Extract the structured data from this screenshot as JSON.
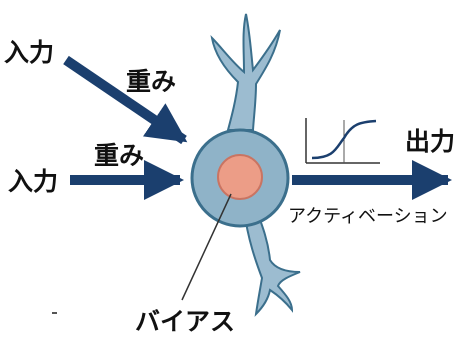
{
  "diagram": {
    "inputs": [
      {
        "label": "入力",
        "weight_label": "重み"
      },
      {
        "label": "入力",
        "weight_label": "重み"
      }
    ],
    "output_label": "出力",
    "activation_label": "アクティベーション",
    "bias_label": "バイアス"
  },
  "colors": {
    "arrow": "#1b3f6e",
    "neuron_body": "#8fb3c8",
    "neuron_outline": "#3b6f8c",
    "dendrite": "#9cbcd0",
    "nucleus": "#ec9d87",
    "nucleus_outline": "#c97462",
    "text": "#111111"
  }
}
